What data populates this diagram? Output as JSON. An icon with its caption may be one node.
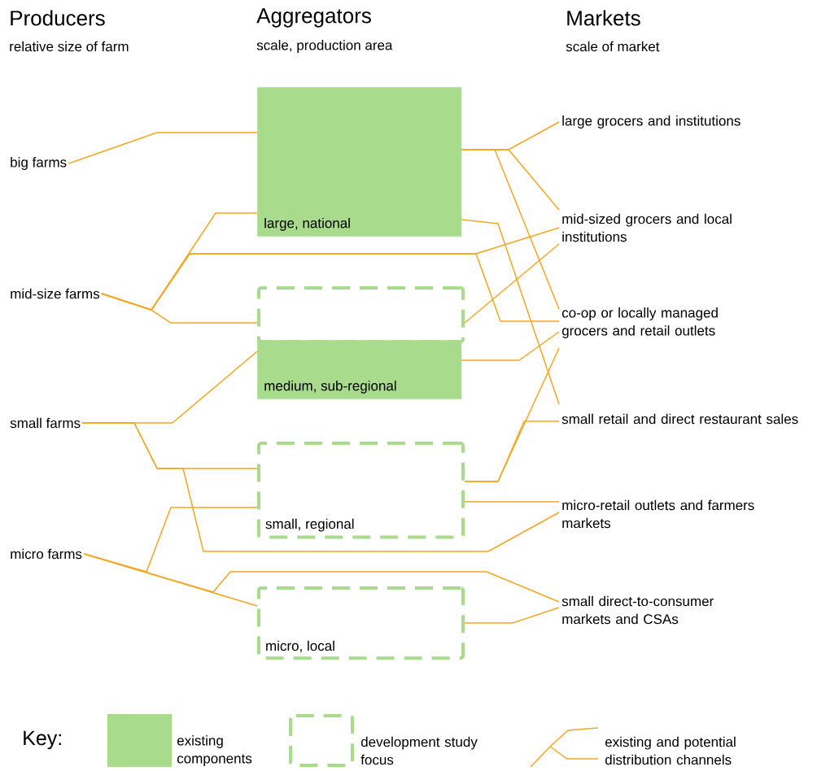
{
  "diagram": {
    "nodes": [
      {
        "text": [
          "big farms"
        ]
      },
      {
        "text": [
          "mid-size farms"
        ]
      },
      {
        "text": [
          "small farms"
        ]
      },
      {
        "text": [
          "micro farms"
        ]
      },
      {
        "text": [
          "large, national"
        ]
      },
      {
        "text": [],
        "shape": "box"
      },
      {
        "text": [
          "medium, sub-regional"
        ]
      },
      {
        "text": [
          "small, regional"
        ]
      },
      {
        "text": [
          "micro, local"
        ]
      },
      {
        "text": [
          "large grocers and institutions"
        ]
      },
      {
        "text": [
          "mid-sized grocers and local institutions"
        ]
      },
      {
        "text": [
          "co-op or locally managed grocers and retail outlets"
        ]
      },
      {
        "text": [
          "small retail and direct restaurant sales"
        ]
      },
      {
        "text": [
          "micro-retail outlets and farmers markets"
        ]
      },
      {
        "text": [
          "small direct-to-consumer markets and CSAs"
        ]
      }
    ],
    "edges": [
      {
        "from": 0,
        "to": 4,
        "arrow": "none"
      },
      {
        "from": 1,
        "to": 4,
        "arrow": "none"
      },
      {
        "from": 1,
        "to": 5,
        "arrow": "none"
      },
      {
        "from": 1,
        "to": 10,
        "arrow": "none"
      },
      {
        "from": 1,
        "to": 11,
        "arrow": "none"
      },
      {
        "from": 4,
        "to": 9,
        "arrow": "none"
      },
      {
        "from": 4,
        "to": 10,
        "arrow": "none"
      },
      {
        "from": 4,
        "to": 11,
        "arrow": "none"
      },
      {
        "from": 4,
        "to": 12,
        "arrow": "none"
      },
      {
        "from": 5,
        "to": 10,
        "arrow": "none"
      },
      {
        "from": 6,
        "to": 11,
        "arrow": "none"
      },
      {
        "from": 2,
        "to": 6,
        "arrow": "none"
      },
      {
        "from": 2,
        "to": 7,
        "arrow": "none"
      },
      {
        "from": 2,
        "to": 13,
        "arrow": "none"
      },
      {
        "from": 7,
        "to": 11,
        "arrow": "none"
      },
      {
        "from": 7,
        "to": 12,
        "arrow": "none"
      },
      {
        "from": 7,
        "to": 13,
        "arrow": "none"
      },
      {
        "from": 3,
        "to": 8,
        "arrow": "none"
      },
      {
        "from": 3,
        "to": 7,
        "arrow": "none"
      },
      {
        "from": 3,
        "to": 14,
        "arrow": "none"
      },
      {
        "from": 8,
        "to": 14,
        "arrow": "none"
      }
    ],
    "labels": [
      "Producers",
      "relative size of farm",
      "Aggregators",
      "scale, production area",
      "Markets",
      "scale of market",
      "Key:"
    ],
    "legend": [
      {
        "text": "existing components",
        "color": "#a8dc8c"
      },
      {
        "text": "development study focus"
      },
      {
        "text": "existing and potential distribution channels"
      }
    ]
  }
}
